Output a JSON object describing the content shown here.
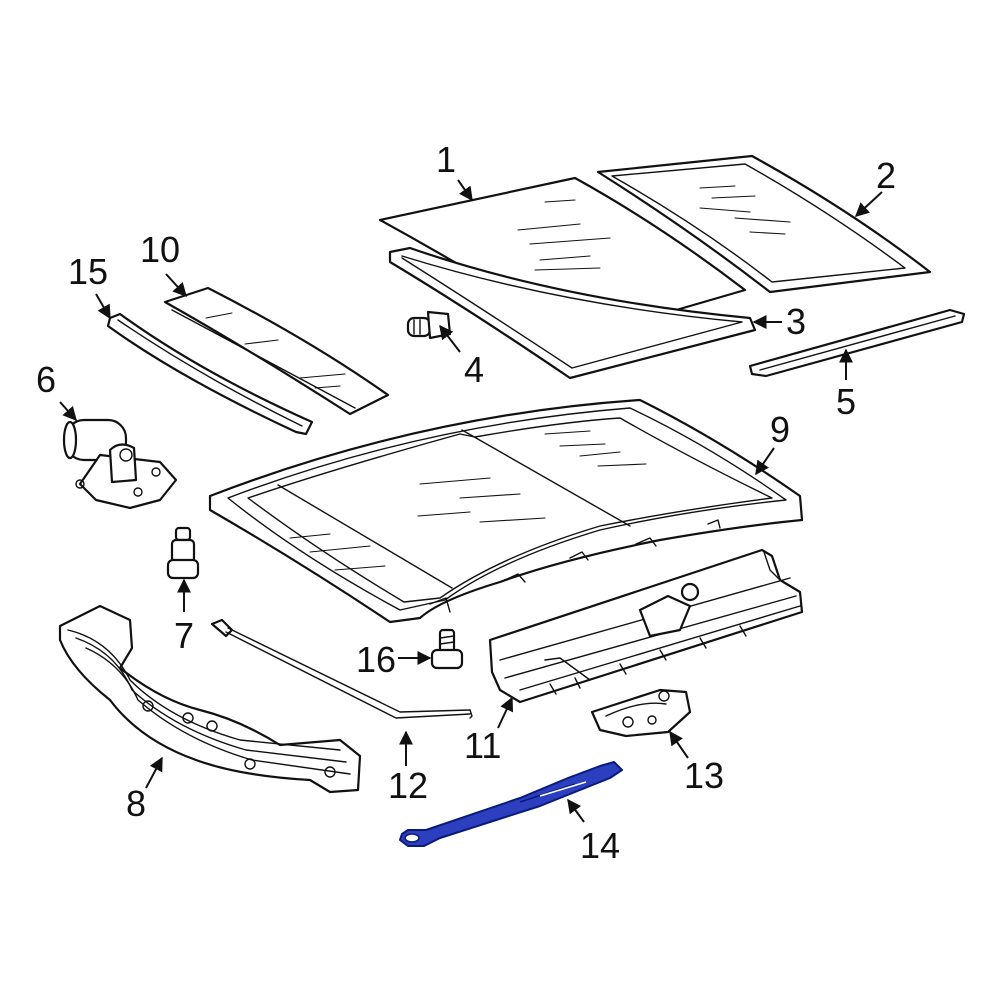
{
  "diagram": {
    "highlight_color": "#2b3fbf",
    "callouts": {
      "c1": "1",
      "c2": "2",
      "c3": "3",
      "c4": "4",
      "c5": "5",
      "c6": "6",
      "c7": "7",
      "c8": "8",
      "c9": "9",
      "c10": "10",
      "c11": "11",
      "c12": "12",
      "c13": "13",
      "c14": "14",
      "c15": "15",
      "c16": "16"
    }
  }
}
